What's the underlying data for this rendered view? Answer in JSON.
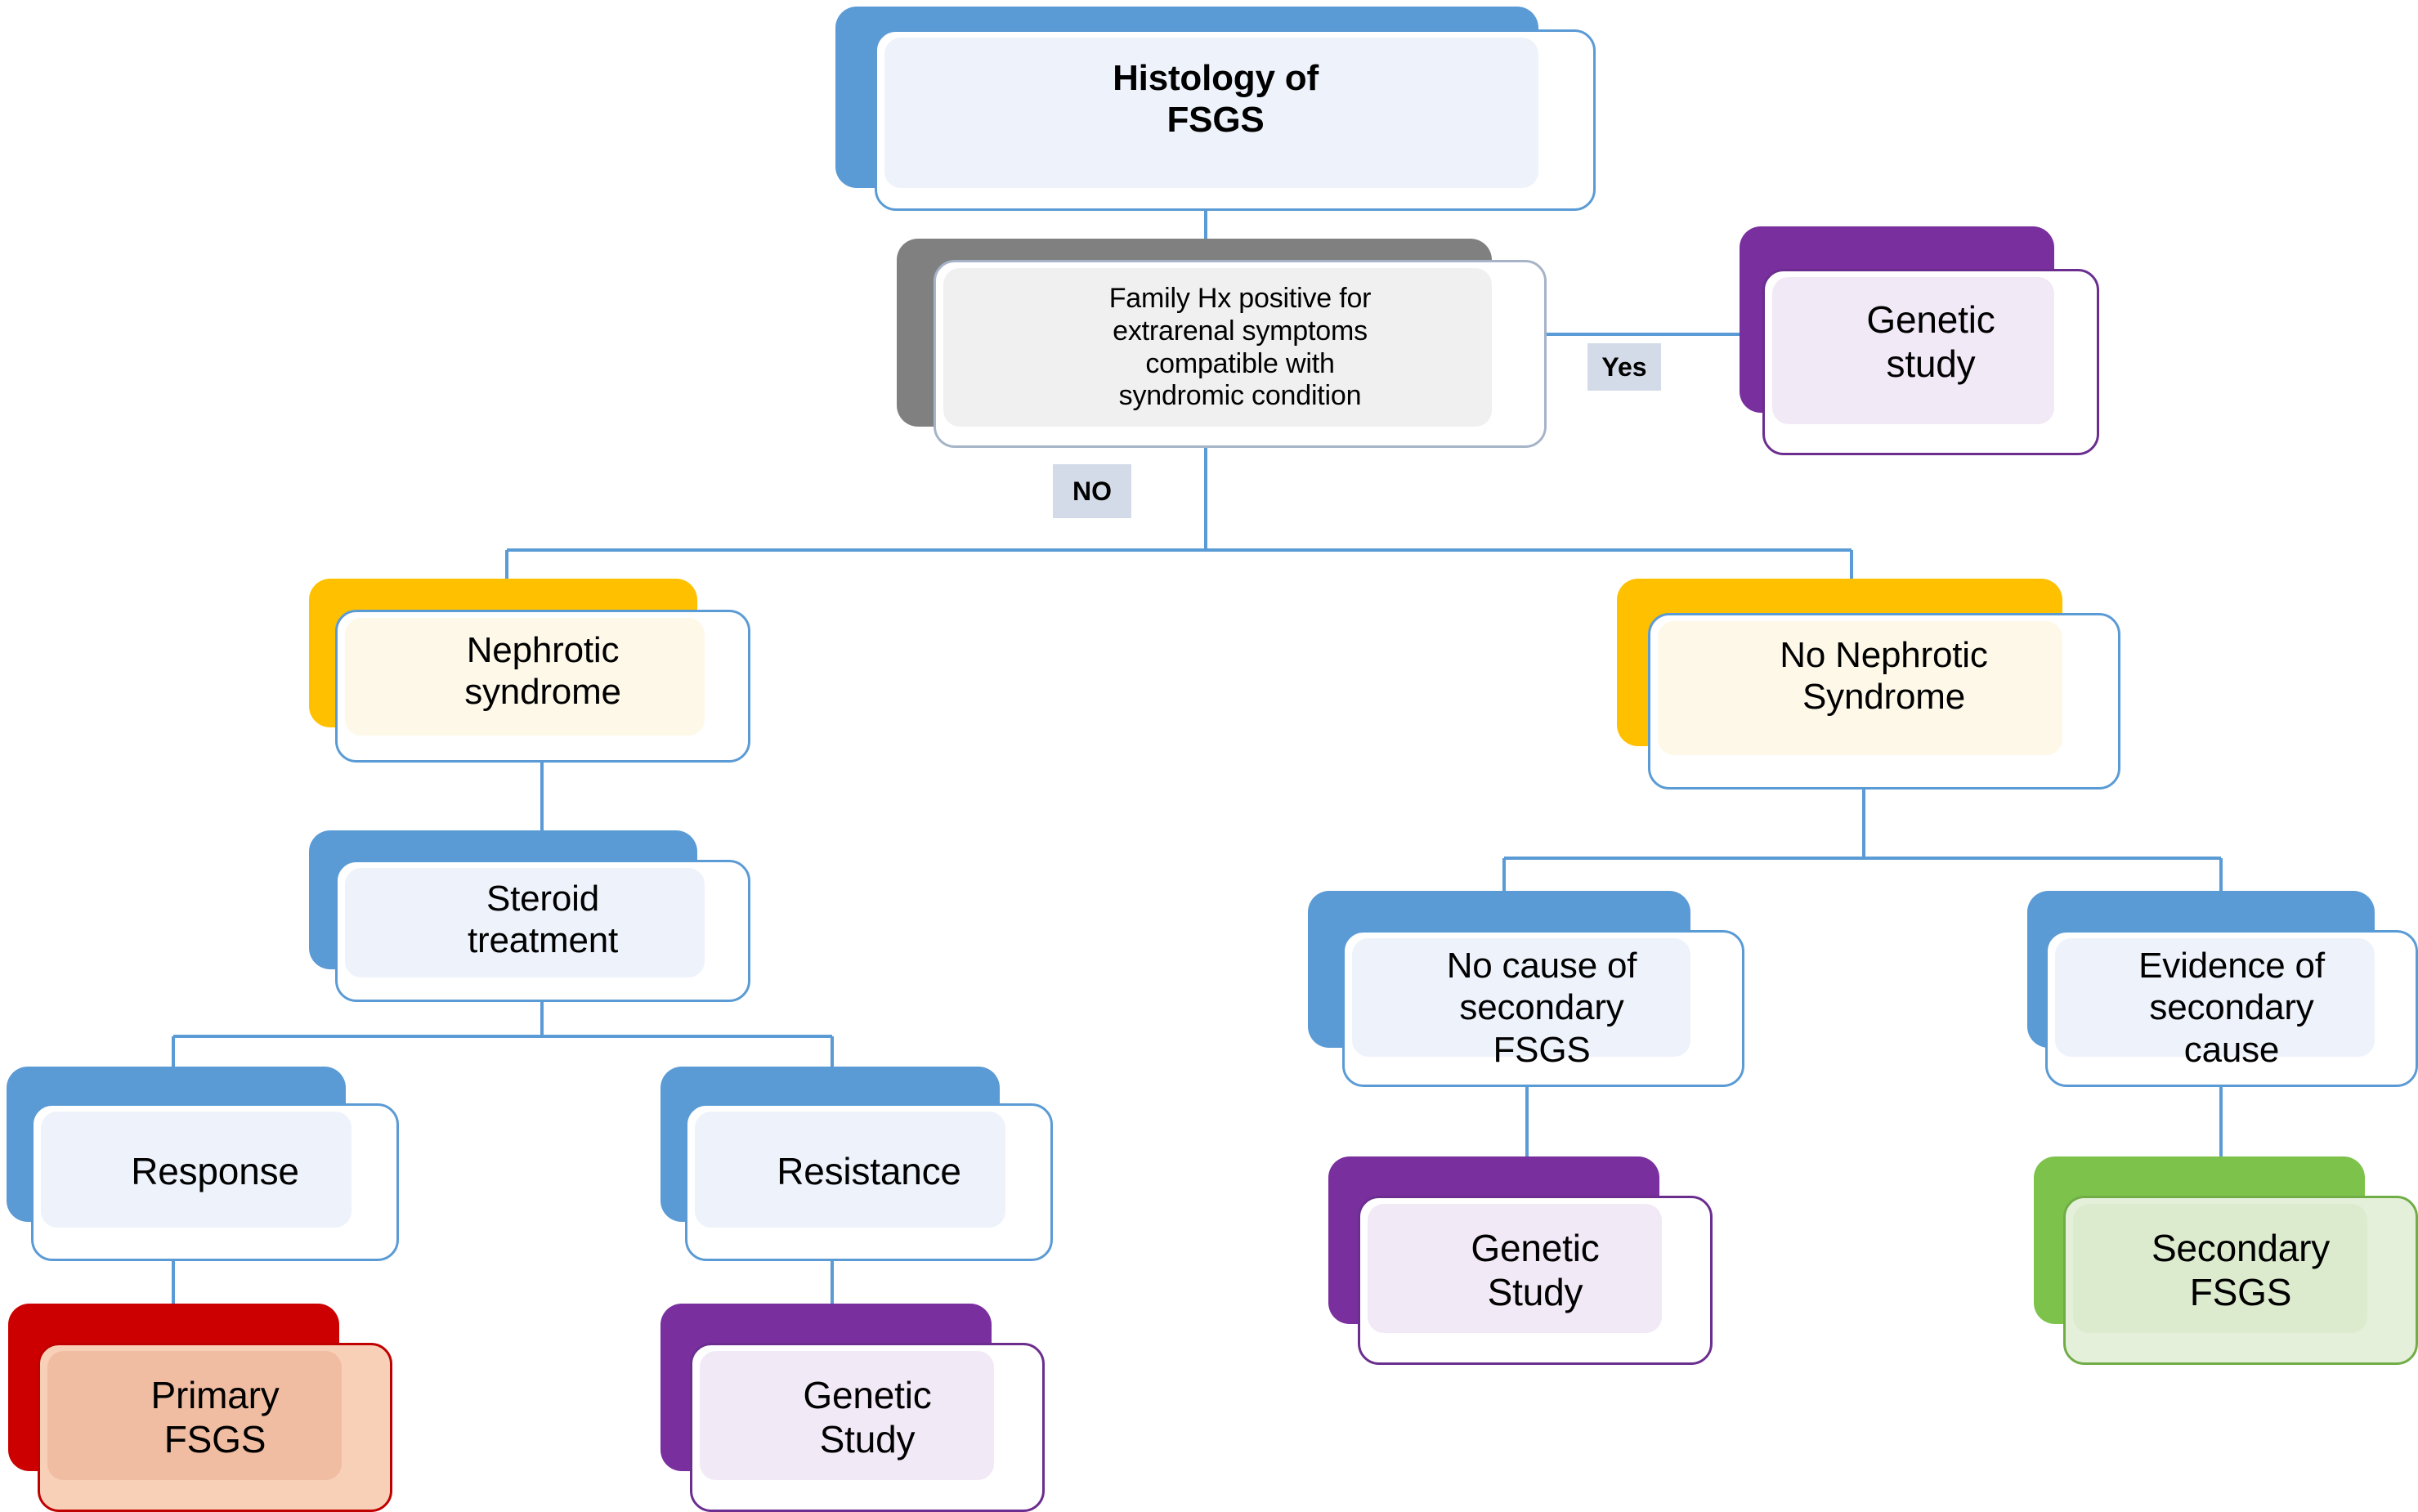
{
  "diagram": {
    "title": "Histology of FSGS diagnostic algorithm",
    "palette": {
      "blue_shadow": "#5B9BD5",
      "blue_border": "#5B9BD5",
      "blue_tint": "#EEF2FB",
      "gray_shadow": "#808080",
      "gray_border": "#A6B4C8",
      "gray_tint": "#F0F0F0",
      "purple_shadow": "#7A2F9E",
      "purple_border": "#6B2E8F",
      "purple_tint": "#F1E9F6",
      "amber_shadow": "#FFC000",
      "amber_border": "#5B9BD5",
      "amber_tint": "#FDF8E8",
      "red_shadow": "#CC0000",
      "red_border": "#C00000",
      "red_card": "#F8D0B8",
      "red_tint": "#F0BCA2",
      "green_shadow": "#7DC24B",
      "green_border": "#70AD47",
      "green_card": "#E5F0DA",
      "green_tint": "#DCEBCE",
      "connector": "#5B9BD5",
      "edge_label_bg": "#D4DBE8"
    },
    "nodes": [
      {
        "id": "histology-fsgs",
        "label": "Histology of\nFSGS",
        "style": "blue",
        "bold": true,
        "font_size": 44
      },
      {
        "id": "family-hx",
        "label": "Family Hx positive for\nextrarenal symptoms\ncompatible with\nsyndromic condition",
        "style": "gray",
        "bold": false,
        "font_size": 34
      },
      {
        "id": "genetic-study-syndromic",
        "label": "Genetic\nstudy",
        "style": "purple",
        "bold": false,
        "font_size": 46
      },
      {
        "id": "nephrotic-syndrome",
        "label": "Nephrotic\nsyndrome",
        "style": "amber",
        "bold": false,
        "font_size": 44
      },
      {
        "id": "no-nephrotic-syndrome",
        "label": "No Nephrotic\nSyndrome",
        "style": "amber",
        "bold": false,
        "font_size": 44
      },
      {
        "id": "steroid-treatment",
        "label": "Steroid\ntreatment",
        "style": "blue",
        "bold": false,
        "font_size": 44
      },
      {
        "id": "response",
        "label": "Response",
        "style": "blue",
        "bold": false,
        "font_size": 46
      },
      {
        "id": "resistance",
        "label": "Resistance",
        "style": "blue",
        "bold": false,
        "font_size": 46
      },
      {
        "id": "primary-fsgs",
        "label": "Primary\nFSGS",
        "style": "red",
        "bold": false,
        "font_size": 46
      },
      {
        "id": "genetic-study-resistance",
        "label": "Genetic\nStudy",
        "style": "purple",
        "bold": false,
        "font_size": 46
      },
      {
        "id": "no-cause-secondary-fsgs",
        "label": "No cause of\nsecondary\nFSGS",
        "style": "blue",
        "bold": false,
        "font_size": 44
      },
      {
        "id": "evidence-secondary-cause",
        "label": "Evidence of\nsecondary\ncause",
        "style": "blue",
        "bold": false,
        "font_size": 44
      },
      {
        "id": "genetic-study-no-cause",
        "label": "Genetic\nStudy",
        "style": "purple",
        "bold": false,
        "font_size": 46
      },
      {
        "id": "secondary-fsgs",
        "label": "Secondary\nFSGS",
        "style": "green",
        "bold": false,
        "font_size": 46
      }
    ],
    "edge_labels": [
      {
        "id": "yes",
        "text": "Yes"
      },
      {
        "id": "no",
        "text": "NO"
      }
    ]
  }
}
